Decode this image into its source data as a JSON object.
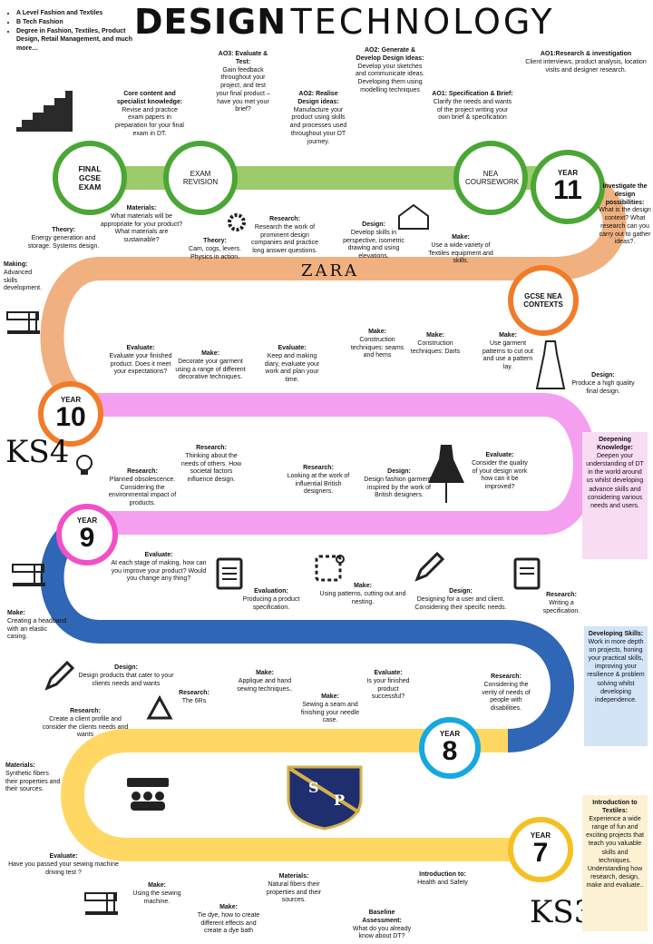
{
  "header": {
    "design": "DESIGN",
    "technology": "TECHNOLOGY"
  },
  "pathways": [
    "A Level Fashion and Textiles",
    "B Tech Fashion",
    "Degree in Fashion, Textiles, Product Design, Retail Management, and much more…"
  ],
  "stages": {
    "final_gcse": "FINAL GCSE EXAM",
    "exam_revision": "EXAM REVISION",
    "nea_coursework": "NEA COURSEWORK",
    "gcse_nea_contexts": "GCSE NEA CONTEXTS",
    "year_label": "YEAR",
    "year11": "11",
    "year10": "10",
    "year9": "9",
    "year8": "8",
    "year7": "7"
  },
  "ks4": "KS4",
  "ks3": "KS3",
  "zara": "ZARA",
  "crest_letters": {
    "s": "S",
    "p": "P"
  },
  "nodes": {
    "core": {
      "title": "Core content and specialist knowledge:",
      "body": "Revise and practice exam papers in preparation for your final exam in DT."
    },
    "ao3": {
      "title": "AO3: Evaluate & Test:",
      "body": "Gain feedback throughout your project, and test your final product – have you met your brief?"
    },
    "ao2r": {
      "title": "AO2: Realise Design ideas:",
      "body": "Manufacture your product using skills and processes used throughout your DT journey."
    },
    "ao2g": {
      "title": "AO2: Generate & Develop Design Ideas:",
      "body": "Develop your sketches and communicate ideas. Developing them using modelling techniques"
    },
    "ao1s": {
      "title": "AO1: Specification & Brief:",
      "body": "Clarify the needs and wants of the project writing your own brief & specification"
    },
    "ao1r": {
      "title": "AO1:Research & investigation",
      "body": "Client interviews, product analysis, location visits and designer research."
    },
    "investigate": {
      "title": "Investigate the design possibilities:",
      "body": "What is the design context? What research can you carry out to gather ideas?."
    },
    "materials10": {
      "title": "Materials:",
      "body": "What materials will be appropriate for your product? What materials are sustainable?"
    },
    "theory_energy": {
      "title": "Theory:",
      "body": "Energy generation and storage. Systems design."
    },
    "theory_cam": {
      "title": "Theory:",
      "body": "Cam, cogs, levers. Physics in action."
    },
    "research_prominent": {
      "title": "Research:",
      "body": "Research the work of prominent design companies and practice long answer questions."
    },
    "design_perspective": {
      "title": "Design:",
      "body": "Develop skills in perspective, isometric drawing and using elevations."
    },
    "make_textiles": {
      "title": "Make:",
      "body": "Use a wide variety of Textiles equipment and skills."
    },
    "making": {
      "title": "Making:",
      "body": "Advanced skills development."
    },
    "evaluate_finished": {
      "title": "Evaluate:",
      "body": "Evaluate your finished product. Does it meet your expectations?"
    },
    "make_decorate": {
      "title": "Make:",
      "body": "Decorate your garment using a range of different decorative techniques."
    },
    "evaluate_diary": {
      "title": "Evaluate:",
      "body": "Keep and making diary, evaluate your work and plan your time."
    },
    "make_seams": {
      "title": "Make:",
      "body": "Construction techniques: seams and hems"
    },
    "make_darts": {
      "title": "Make:",
      "body": "Construction techniques: Darts"
    },
    "make_pattern": {
      "title": "Make:",
      "body": "Use garment patterns to cut out and use a pattern lay."
    },
    "design_final": {
      "title": "Design:",
      "body": "Produce a high quality final design."
    },
    "research_obsolescence": {
      "title": "Research:",
      "body": "Planned obsolescence. Considering the environmental impact of products."
    },
    "research_needs": {
      "title": "Research:",
      "body": "Thinking about the needs of others. How societal factors influence design."
    },
    "research_british": {
      "title": "Research:",
      "body": "Looking at the work of influential British designers."
    },
    "design_fashion": {
      "title": "Design:",
      "body": "Design fashion garments inspired by the work of British designers."
    },
    "evaluate_quality": {
      "title": "Evaluate:",
      "body": "Consider the quality of your design work how can it be improved?"
    },
    "evaluate_stage": {
      "title": "Evaluate:",
      "body": "At each stage of making, how can you improve your product? Would you change any thing?"
    },
    "evaluation_spec": {
      "title": "Evaluation:",
      "body": "Producing a product specification."
    },
    "make_patterns": {
      "title": "Make:",
      "body": "Using patterns, cutting out and nesting."
    },
    "design_client": {
      "title": "Design:",
      "body": "Designing for a user and client. Considering their specific needs."
    },
    "research_spec": {
      "title": "Research:",
      "body": "Writing a specification."
    },
    "make_headband": {
      "title": "Make:",
      "body": "Creating a headband with an elastic casing."
    },
    "design_cater": {
      "title": "Design:",
      "body": "Design products that cater to your clients needs and wants"
    },
    "research_6rs": {
      "title": "Research:",
      "body": "The 6Rs"
    },
    "make_applique": {
      "title": "Make:",
      "body": "Applique and hand sewing techniques.."
    },
    "make_seam": {
      "title": "Make:",
      "body": "Sewing a seam and finishing your needle case."
    },
    "evaluate_successful": {
      "title": "Evaluate:",
      "body": "Is your finished product successful?"
    },
    "research_disabilities": {
      "title": "Research:",
      "body": "Considering the verity of needs of people with disabilities."
    },
    "research_profile": {
      "title": "Research:",
      "body": "Create a client profile and consider the clients needs and wants"
    },
    "materials_synthetic": {
      "title": "Materials:",
      "body": "Synthetic fibers their properties and their sources."
    },
    "evaluate_driving": {
      "title": "Evaluate:",
      "body": "Have you passed your sewing machine driving test ?"
    },
    "make_machine": {
      "title": "Make:",
      "body": "Using the sewing machine."
    },
    "make_tiedye": {
      "title": "Make:",
      "body": "Tie dye, how to create different effects and create a dye bath"
    },
    "materials_natural": {
      "title": "Materials:",
      "body": "Natural fibers their properties and their sources."
    },
    "intro_health": {
      "title": "Introduction to:",
      "body": "Health and Safety"
    },
    "baseline": {
      "title": "Baseline Assessment:",
      "body": "What do you already know about DT?"
    }
  },
  "side": {
    "deepening": {
      "title": "Deepening Knowledge:",
      "body": "Deepen your understanding of DT in the world around us whilst developing advance skills and considering various needs and users."
    },
    "developing": {
      "title": "Developing Skills:",
      "body": "Work in more depth on projects, honing your practical skills, improving your resilience & problem solving whilst developing independence."
    },
    "intro": {
      "title": "Introduction to Textiles:",
      "body": "Experience a wide range of fun and exciting projects that teach you valuable skills and techniques. Understanding how research, design, make and evaluate.."
    }
  },
  "colors": {
    "green": "#9cca6a",
    "green_dark": "#4aa635",
    "peach": "#f0b080",
    "orange": "#f07c2a",
    "pink": "#f59ff0",
    "magenta": "#f050c8",
    "blue": "#2f66b5",
    "cyan": "#16a8e0",
    "yellow": "#ffd864",
    "gold": "#f5c022",
    "pink_box": "#f7dcf2",
    "blue_box": "#d3e4f7",
    "yellow_box": "#fdf1d4"
  },
  "icons": [
    "stairs-icon",
    "lightbulb-icon",
    "recycle-icon",
    "scissors-icon",
    "sewing-machine-icon",
    "pencil-icon",
    "clipboard-icon",
    "gear-icon",
    "house-icon",
    "dress-icon",
    "shield-crest-icon"
  ]
}
